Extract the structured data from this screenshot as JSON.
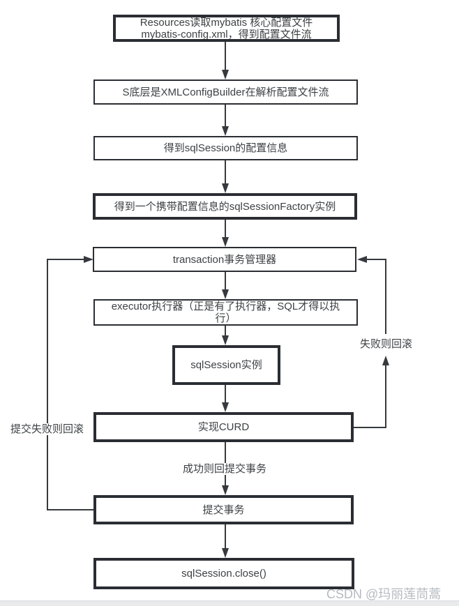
{
  "nodes": [
    {
      "id": "resources-read-config",
      "label": "Resources读取mybatis 核心配置文件\nmybatis-config.xml，得到配置文件流"
    },
    {
      "id": "xmlconfigbuilder-parse",
      "label": "S底层是XMLConfigBuilder在解析配置文件流"
    },
    {
      "id": "sqlsession-config-info",
      "label": "得到sqlSession的配置信息"
    },
    {
      "id": "sqlsessionfactory-instance",
      "label": "得到一个携带配置信息的sqlSessionFactory实例"
    },
    {
      "id": "transaction-manager",
      "label": "transaction事务管理器"
    },
    {
      "id": "executor",
      "label": "executor执行器（正是有了执行器，SQL才得以执\n行）"
    },
    {
      "id": "sqlsession-instance",
      "label": "sqlSession实例"
    },
    {
      "id": "curd",
      "label": "实现CURD"
    },
    {
      "id": "commit-transaction",
      "label": "提交事务"
    },
    {
      "id": "sqlsession-close",
      "label": "sqlSession.close()"
    }
  ],
  "edge_labels": {
    "success_commit": "成功则回提交事务",
    "fail_rollback_right": "失败则回滚",
    "commit_fail_rollback_left": "提交失败则回滚"
  },
  "watermark": "CSDN @玛丽莲茼蒿",
  "colors": {
    "box_border": "#2a2d32",
    "line": "#36393d",
    "text": "#3d4144",
    "watermark": "#b5bac0",
    "bottom_strip": "#e8eaec"
  }
}
